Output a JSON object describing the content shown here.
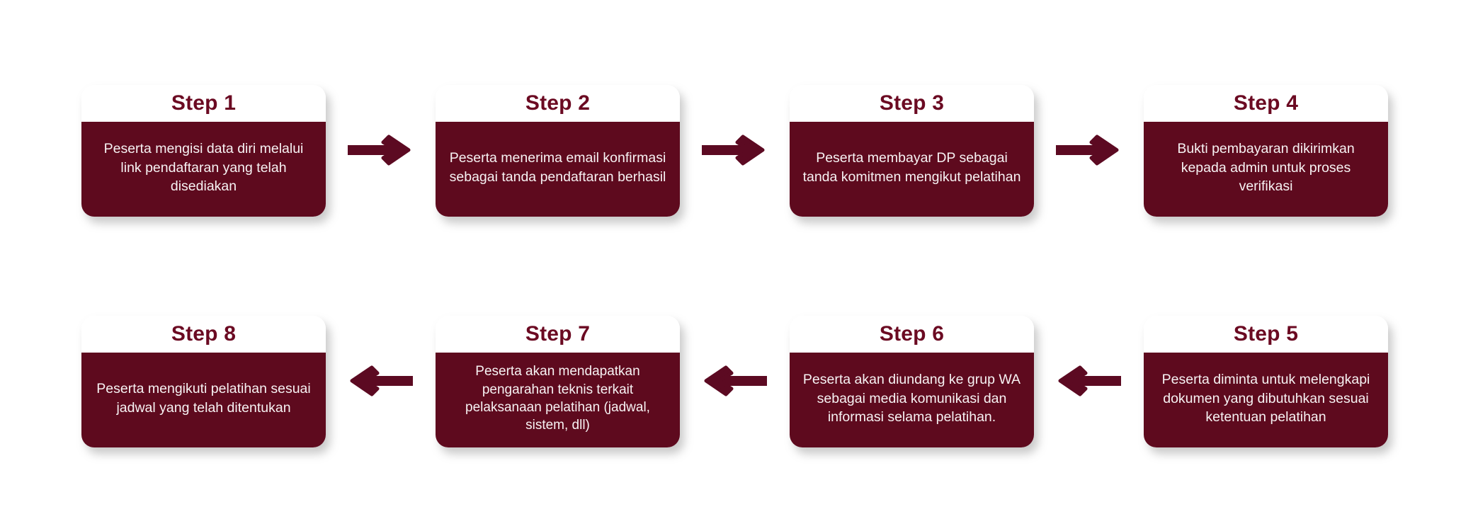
{
  "diagram": {
    "accent_color": "#5E0A1E",
    "title_color": "#6B0A22",
    "arrow_color": "#5C0A22",
    "background_color": "#FFFFFF",
    "card_header_color": "#FFFFFF",
    "body_text_color": "#FFFFFF"
  },
  "steps": [
    {
      "title": "Step 1",
      "description": "Peserta mengisi data diri melalui link pendaftaran yang telah disediakan"
    },
    {
      "title": "Step 2",
      "description": "Peserta menerima email konfirmasi sebagai tanda pendaftaran berhasil"
    },
    {
      "title": "Step 3",
      "description": "Peserta membayar DP sebagai tanda komitmen mengikut pelatihan"
    },
    {
      "title": "Step 4",
      "description": "Bukti pembayaran dikirimkan kepada admin untuk proses verifikasi"
    },
    {
      "title": "Step 5",
      "description": "Peserta diminta untuk melengkapi dokumen yang dibutuhkan sesuai ketentuan pelatihan"
    },
    {
      "title": "Step 6",
      "description": "Peserta akan diundang ke grup WA sebagai media komunikasi dan informasi selama pelatihan."
    },
    {
      "title": "Step 7",
      "description": "Peserta akan mendapatkan pengarahan teknis terkait pelaksanaan pelatihan (jadwal, sistem, dll)"
    },
    {
      "title": "Step 8",
      "description": "Peserta mengikuti pelatihan sesuai jadwal yang telah ditentukan"
    }
  ],
  "connectors": [
    {
      "direction": "right",
      "from": "Step 1",
      "to": "Step 2"
    },
    {
      "direction": "right",
      "from": "Step 2",
      "to": "Step 3"
    },
    {
      "direction": "right",
      "from": "Step 3",
      "to": "Step 4"
    },
    {
      "direction": "left",
      "from": "Step 5",
      "to": "Step 6"
    },
    {
      "direction": "left",
      "from": "Step 6",
      "to": "Step 7"
    },
    {
      "direction": "left",
      "from": "Step 7",
      "to": "Step 8"
    }
  ]
}
